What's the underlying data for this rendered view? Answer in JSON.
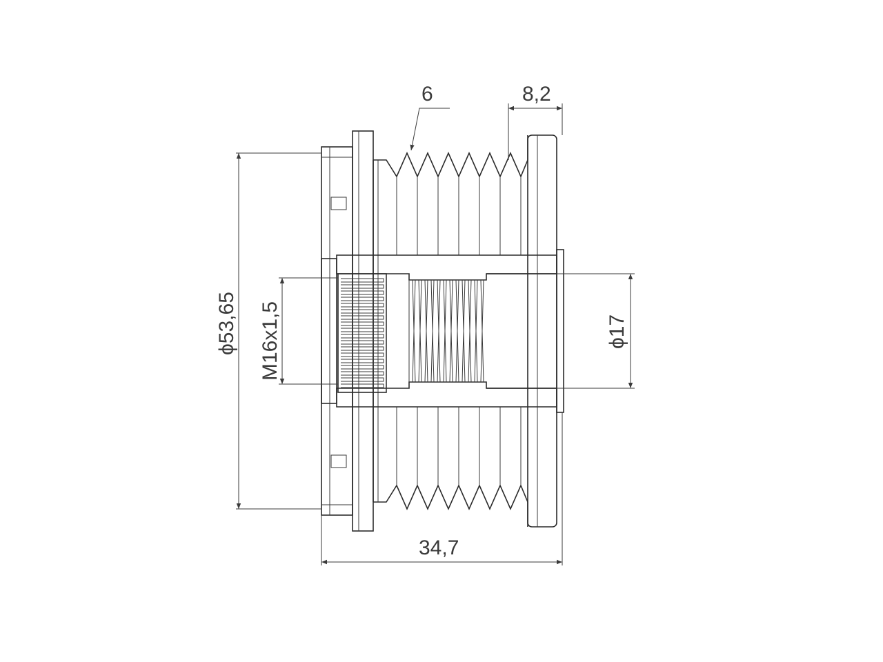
{
  "dimensions": {
    "groove_count": "6",
    "flange_width": "8,2",
    "outer_diameter": "ϕ53,65",
    "thread": "M16x1,5",
    "bore_diameter": "ϕ17",
    "overall_length": "34,7"
  }
}
